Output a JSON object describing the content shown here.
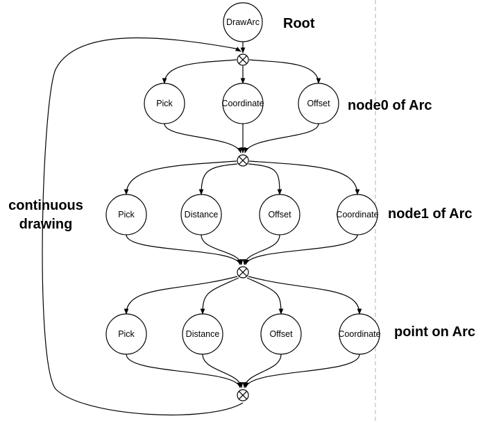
{
  "diagram": {
    "root": {
      "label": "DrawArc"
    },
    "level_labels": {
      "root": "Root",
      "node0": "node0 of Arc",
      "node1": "node1 of Arc",
      "point": "point on Arc"
    },
    "loop_label": [
      "continuous",
      "drawing"
    ],
    "node0": {
      "items": [
        "Pick",
        "Coordinate",
        "Offset"
      ]
    },
    "node1": {
      "items": [
        "Pick",
        "Distance",
        "Offset",
        "Coordinate"
      ]
    },
    "point": {
      "items": [
        "Pick",
        "Distance",
        "Offset",
        "Coordinate"
      ]
    }
  }
}
